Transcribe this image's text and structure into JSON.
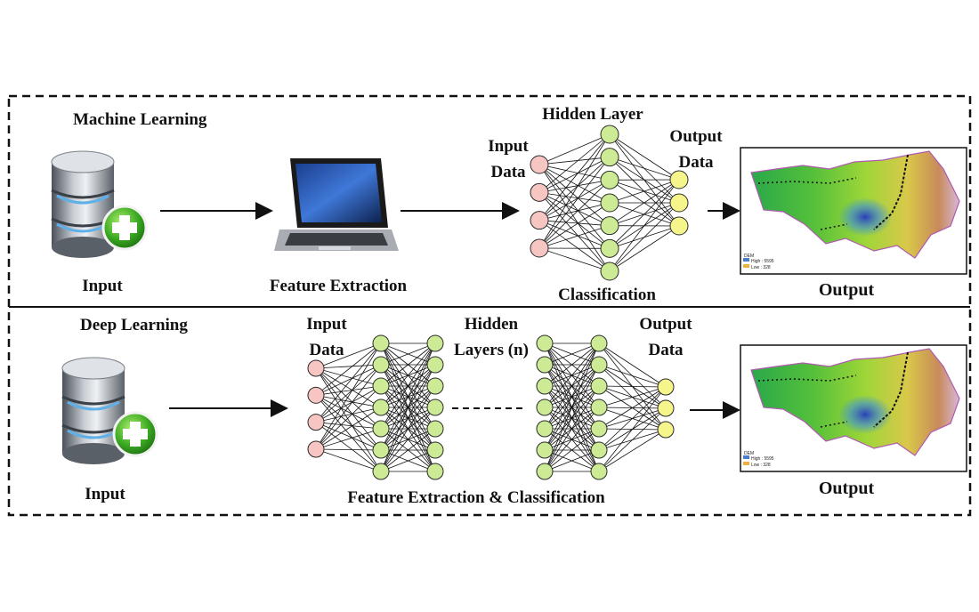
{
  "colors": {
    "input_node": "#f7c6c3",
    "hidden_node": "#cdeb95",
    "output_node": "#f5f58c",
    "node_stroke": "#2a2a2a",
    "frame": "#111111"
  },
  "icons": {
    "database": "database-plus-icon",
    "laptop": "laptop-icon",
    "map": "dem-map-image"
  },
  "ml": {
    "title": "Machine Learning",
    "input_label": "Input",
    "feature_label": "Feature Extraction",
    "hidden_label": "Hidden Layer",
    "input_data_label": [
      "Input",
      "Data"
    ],
    "output_data_label": [
      "Output",
      "Data"
    ],
    "classification_label": "Classification",
    "output_label": "Output",
    "legend": {
      "title": "DEM",
      "high": "High : 5595",
      "low": "Low : 328"
    }
  },
  "dl": {
    "title": "Deep Learning",
    "input_label": "Input",
    "input_data_label": [
      "Input",
      "Data"
    ],
    "hidden_label": [
      "Hidden",
      "Layers (n)"
    ],
    "output_data_label": [
      "Output",
      "Data"
    ],
    "caption": "Feature Extraction & Classification",
    "output_label": "Output",
    "legend": {
      "title": "DEM",
      "high": "High : 5595",
      "low": "Low : 328"
    }
  }
}
